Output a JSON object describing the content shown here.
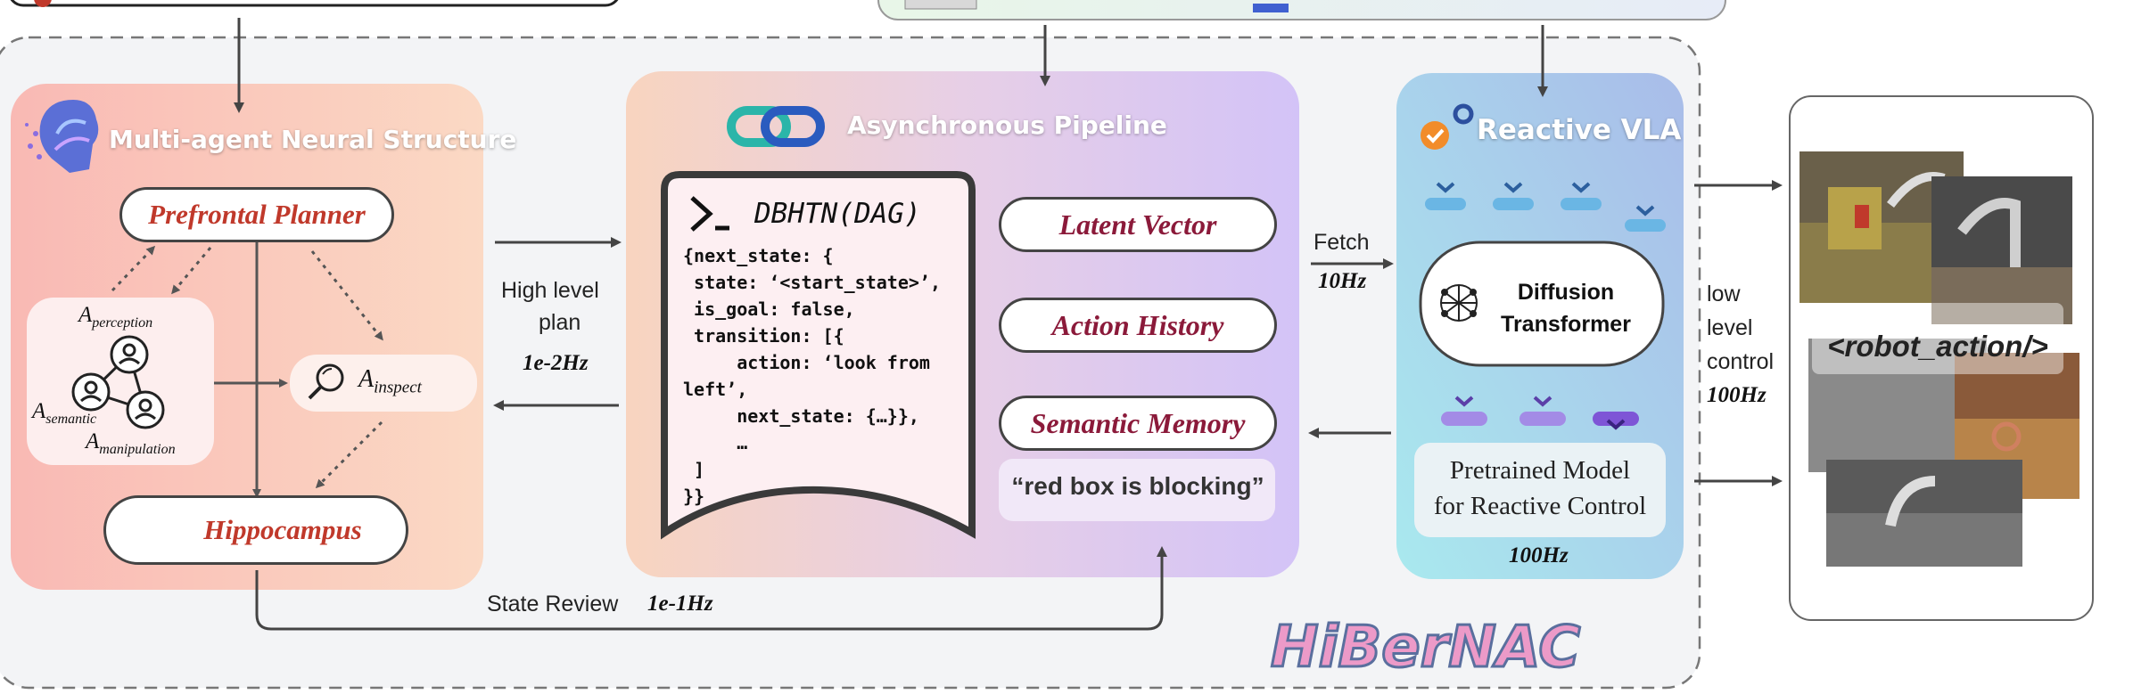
{
  "planner_panel": {
    "title": "Multi-agent Neural Structure",
    "prefrontal": "Prefrontal Planner",
    "hippocampus": "Hippocampus",
    "agents": {
      "perception_main": "A",
      "perception_sub": "perception",
      "semantic_main": "A",
      "semantic_sub": "semantic",
      "manipulation_main": "A",
      "manipulation_sub": "manipulation",
      "inspect_main": "A",
      "inspect_sub": "inspect"
    }
  },
  "links": {
    "high_level_plan_line1": "High level",
    "high_level_plan_line2": "plan",
    "high_level_plan_freq": "1e-2Hz",
    "state_review": "State Review",
    "state_review_freq": "1e-1Hz",
    "fetch": "Fetch",
    "fetch_freq": "10Hz",
    "low_control_line1": "low",
    "low_control_line2": "level",
    "low_control_line3": "control",
    "low_control_freq": "100Hz"
  },
  "pipeline_panel": {
    "title": "Asynchronous Pipeline",
    "dag_title": "DBHTN(DAG)",
    "code_lines": [
      "{next_state: {",
      " state: ‘<start_state>’,",
      " is_goal: false,",
      " transition: [{",
      "     action: ‘look from",
      "left’,",
      "     next_state: {…}},",
      "     …",
      " ]",
      "}}"
    ],
    "latent_vector": "Latent Vector",
    "action_history": "Action History",
    "semantic_memory": "Semantic Memory",
    "memory_quote": "“red box is blocking”"
  },
  "vla_panel": {
    "title": "Reactive VLA",
    "diffusion_line1": "Diffusion",
    "diffusion_line2": "Transformer",
    "pretrained_line1": "Pretrained Model",
    "pretrained_line2": "for Reactive Control",
    "freq": "100Hz"
  },
  "output_panel": {
    "robot_action": "<robot_action/>"
  },
  "logo": "HiBerNAC",
  "colors": {
    "planner_text": "#c0392b",
    "pipeline_text": "#8b1a3a",
    "outer_bg": "#f3f4f6"
  }
}
